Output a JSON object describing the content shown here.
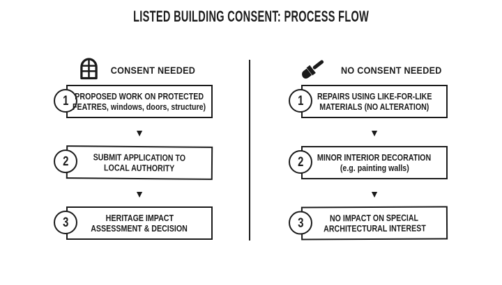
{
  "title": "LISTED BUILDING CONSENT: PROCESS FLOW",
  "arrow_glyph": "▼",
  "colors": {
    "ink": "#1a1a1a",
    "background": "#ffffff"
  },
  "left": {
    "icon": "arched-window",
    "header": "CONSENT NEEDED",
    "steps": [
      {
        "num": "1",
        "line1": "PROPOSED WORK ON PROTECTED",
        "line2": "FEATRES, windows, doors, structure)"
      },
      {
        "num": "2",
        "line1": "SUBMIT APPLICATION TO",
        "line2": "LOCAL AUTHORITY"
      },
      {
        "num": "3",
        "line1": "HERITAGE IMPACT",
        "line2": "ASSESSMENT & DECISION"
      }
    ]
  },
  "right": {
    "icon": "paintbrush",
    "header": "NO CONSENT NEEDED",
    "steps": [
      {
        "num": "1",
        "line1": "REPAIRS USING LIKE-FOR-LIKE",
        "line2": "MATERIALS (NO ALTERATION)"
      },
      {
        "num": "2",
        "line1": "MINOR INTERIOR DECORATION",
        "line2": "(e.g. painting walls)"
      },
      {
        "num": "3",
        "line1": "NO IMPACT ON SPECIAL",
        "line2": "ARCHITECTURAL INTEREST"
      }
    ]
  }
}
